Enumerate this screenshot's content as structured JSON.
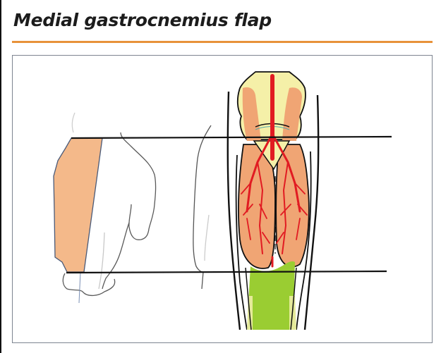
{
  "page": {
    "title": "Medial gastrocnemius flap"
  },
  "figure": {
    "description": "Medial gastrocnemius flap illustration: leg outline with flap region shaded and posterior calf anatomy with vascular supply",
    "colors": {
      "accent_rule": "#e8923a",
      "flap_fill": "#f4b98a",
      "muscle": "#f0a574",
      "vessel": "#e11b22",
      "bone": "#f5f0a8",
      "tendon": "#9acd32",
      "frame_border": "#7d8490"
    },
    "markers": [
      {
        "name": "upper-level-line"
      },
      {
        "name": "lower-level-line"
      }
    ]
  }
}
